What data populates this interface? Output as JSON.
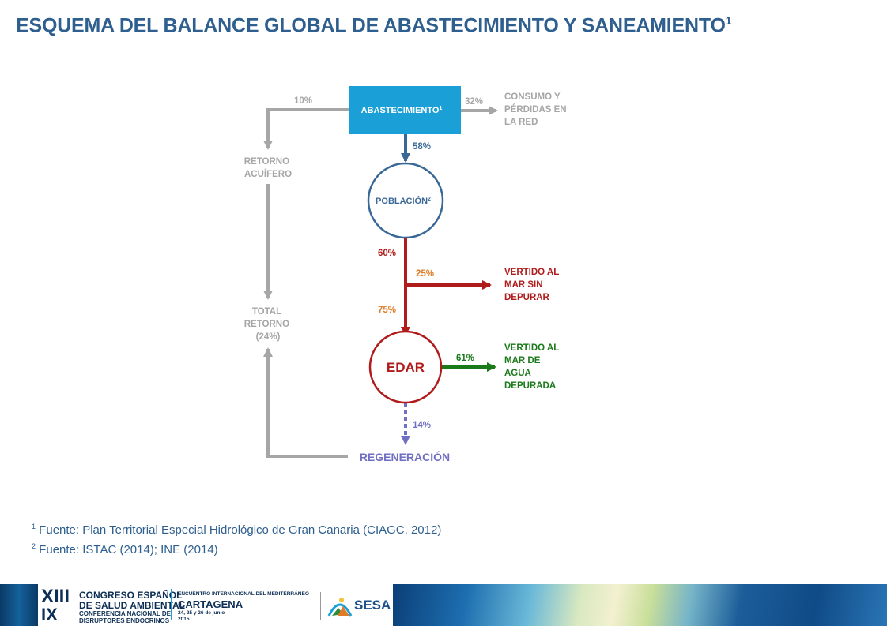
{
  "title": "ESQUEMA DEL BALANCE GLOBAL DE ABASTECIMIENTO Y SANEAMIENTO",
  "title_sup": "1",
  "colors": {
    "title": "#2e5f8f",
    "abastecimiento": "#1a9fd6",
    "poblacion": "#3a6896",
    "edar": "#b01c1c",
    "gray": "#a6a6a6",
    "red": "#b01c1c",
    "orange": "#e07b28",
    "green": "#1a7a1a",
    "regeneracion": "#6f6fc4"
  },
  "nodes": {
    "abastecimiento": {
      "label": "ABASTECIMIENTO",
      "sup": "1"
    },
    "poblacion": {
      "label": "POBLACIÓN",
      "sup": "2"
    },
    "edar": {
      "label": "EDAR"
    },
    "regeneracion": {
      "label": "REGENERACIÓN"
    },
    "retorno_acuifero": {
      "lines": [
        "RETORNO",
        "ACUÍFERO"
      ]
    },
    "total_retorno": {
      "lines": [
        "TOTAL",
        "RETORNO",
        "(24%)"
      ]
    },
    "consumo": {
      "lines": [
        "CONSUMO Y",
        "PÉRDIDAS EN",
        "LA RED"
      ]
    },
    "vertido_sin": {
      "lines": [
        "VERTIDO AL",
        "MAR SIN",
        "DEPURAR"
      ]
    },
    "vertido_dep": {
      "lines": [
        "VERTIDO AL",
        "MAR DE",
        "AGUA",
        "DEPURADA"
      ]
    }
  },
  "flows": {
    "to_acuifero": "10%",
    "to_consumo": "32%",
    "to_poblacion": "58%",
    "poblacion_out": "60%",
    "to_vertido_sin": "25%",
    "to_edar": "75%",
    "to_vertido_dep": "61%",
    "to_regeneracion": "14%"
  },
  "footnotes": [
    {
      "sup": "1",
      "text": " Fuente: Plan Territorial Especial Hidrológico de Gran Canaria (CIAGC, 2012)"
    },
    {
      "sup": "2",
      "text": " Fuente: ISTAC (2014); INE (2014)"
    }
  ],
  "banner": {
    "num1": "XIII",
    "num2": "IX",
    "line1": "CONGRESO ESPAÑOL",
    "line2": "DE SALUD AMBIENTAL",
    "line3": "CONFERENCIA NACIONAL DE",
    "line4": "DISRUPTORES ENDOCRINOS",
    "enc1": "ENCUENTRO INTERNACIONAL DEL MEDITERRÁNEO",
    "enc2": "CARTAGENA",
    "enc3": "24, 25 y 26 de junio",
    "enc4": "2015",
    "sesa": "SESA"
  }
}
